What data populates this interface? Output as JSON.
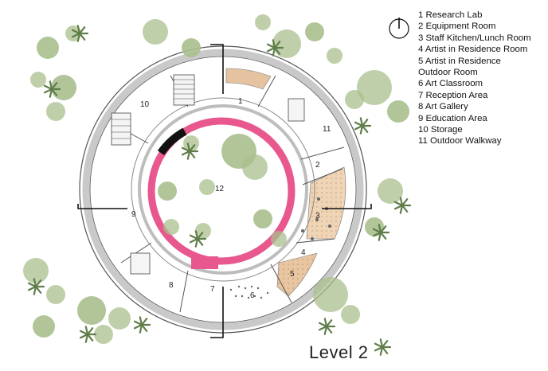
{
  "title": "Level 2",
  "legend": [
    "1  Research Lab",
    "2  Equipment Room",
    "3  Staff Kitchen/Lunch Room",
    "4  Artist in Residence Room",
    "5  Artist in Residence",
    "Outdoor Room",
    "6  Art Classroom",
    "7  Reception Area",
    "8  Art Gallery",
    "9  Education Area",
    "10  Storage",
    "11  Outdoor Walkway"
  ],
  "room_numbers": {
    "r1": "1",
    "r2": "2",
    "r3": "3",
    "r4": "4",
    "r5": "5",
    "r6": "6",
    "r7": "7",
    "r8": "8",
    "r9": "9",
    "r10": "10",
    "r11": "11",
    "r12": "12"
  },
  "colors": {
    "ring": "#e8578d",
    "wall": "#bfbfbf",
    "tan": "#e6c3a0",
    "tree": "#a9bf8e",
    "palm": "#5f7d49"
  },
  "icons": [
    "north-arrow-icon",
    "tree-icon",
    "palm-icon"
  ]
}
